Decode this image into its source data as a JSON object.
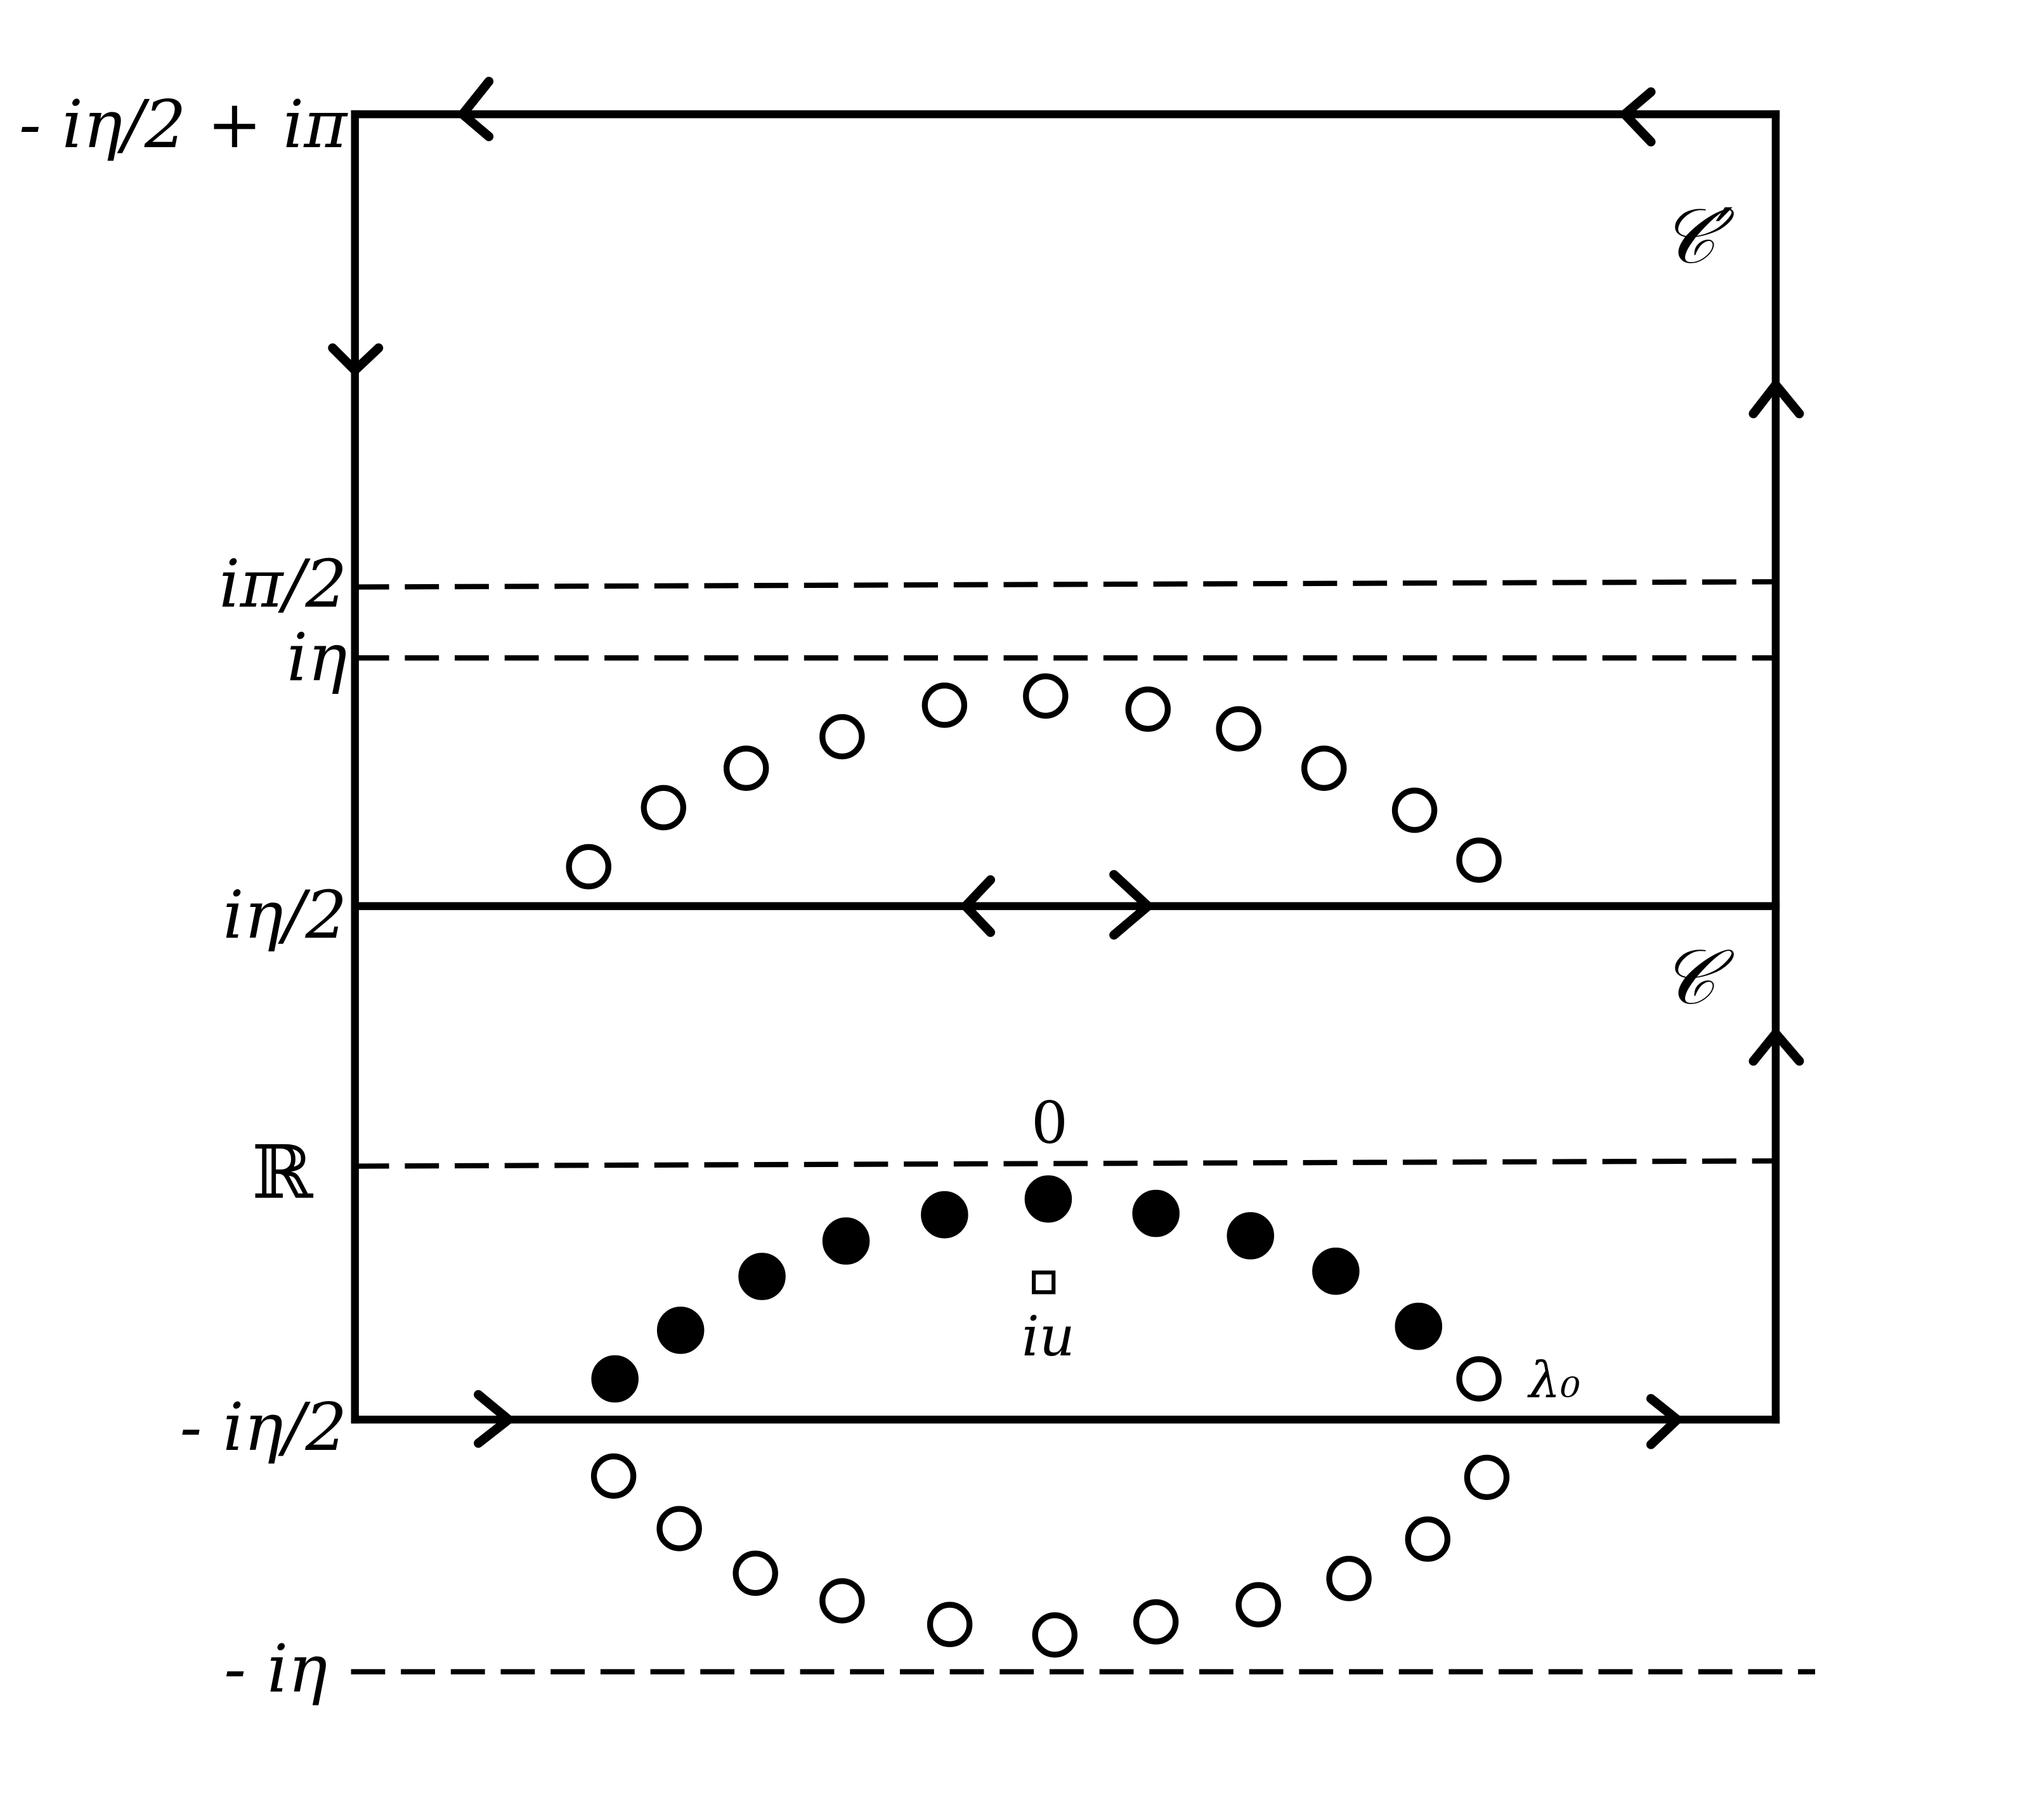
{
  "labels": {
    "top": "- iη/2 + iπ",
    "ipi_half": "iπ/2",
    "ieta": "iη",
    "ieta_half": "iη/2",
    "real_axis": "ℝ",
    "minus_ieta_half": "- iη/2",
    "minus_ieta": "- iη",
    "zero": "0",
    "iu": "iu",
    "lambda0": "λ₀",
    "contour_c": "𝒞",
    "contour_c_prime": "𝒞′"
  },
  "colors": {
    "stroke": "#000000",
    "background": "#ffffff"
  }
}
